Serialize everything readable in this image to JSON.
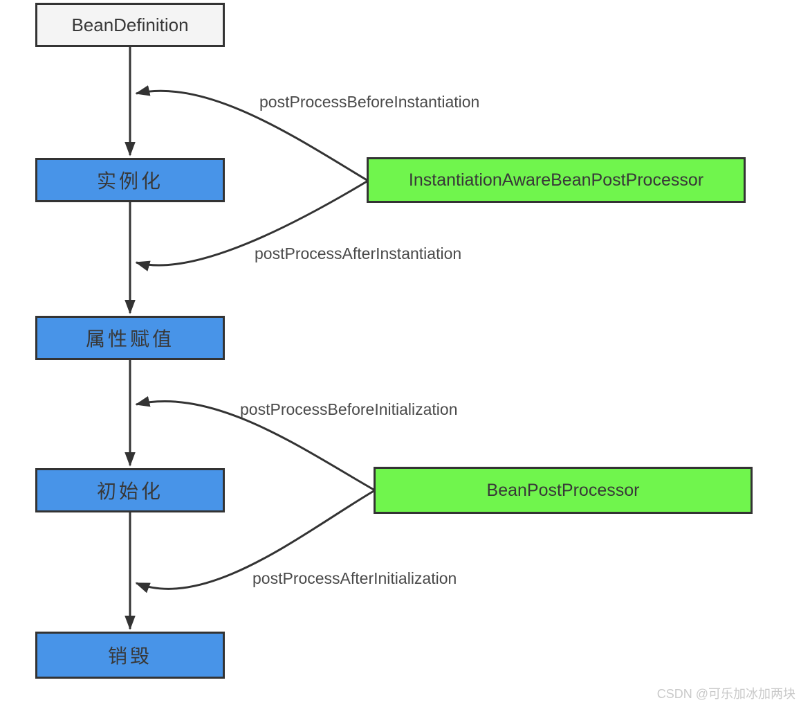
{
  "diagram": {
    "title_hint": "Spring Bean lifecycle flowchart",
    "colors": {
      "background": "#ffffff",
      "blue": "#4894e8",
      "green": "#70f54d",
      "gray_box": "#f4f4f4",
      "border": "#333333",
      "line": "#333333",
      "label_text": "#4a4a4a",
      "watermark": "#c9c9c9"
    },
    "nodes": {
      "bean_definition": {
        "label": "BeanDefinition",
        "type": "gray"
      },
      "instantiation": {
        "label": "实例化",
        "type": "blue"
      },
      "iabpp": {
        "label": "InstantiationAwareBeanPostProcessor",
        "type": "green"
      },
      "property": {
        "label": "属性赋值",
        "type": "blue"
      },
      "initialization": {
        "label": "初始化",
        "type": "blue"
      },
      "bpp": {
        "label": "BeanPostProcessor",
        "type": "green"
      },
      "destroy": {
        "label": "销毁",
        "type": "blue"
      }
    },
    "edge_labels": {
      "before_instantiation": {
        "text": "postProcessBeforeInstantiation"
      },
      "after_instantiation": {
        "text": "postProcessAfterInstantiation"
      },
      "before_initialization": {
        "text": "postProcessBeforeInitialization"
      },
      "after_initialization": {
        "text": "postProcessAfterInitialization"
      }
    },
    "flow_order": [
      "BeanDefinition",
      "实例化",
      "属性赋值",
      "初始化",
      "销毁"
    ],
    "watermark": "CSDN @可乐加冰加两块"
  }
}
